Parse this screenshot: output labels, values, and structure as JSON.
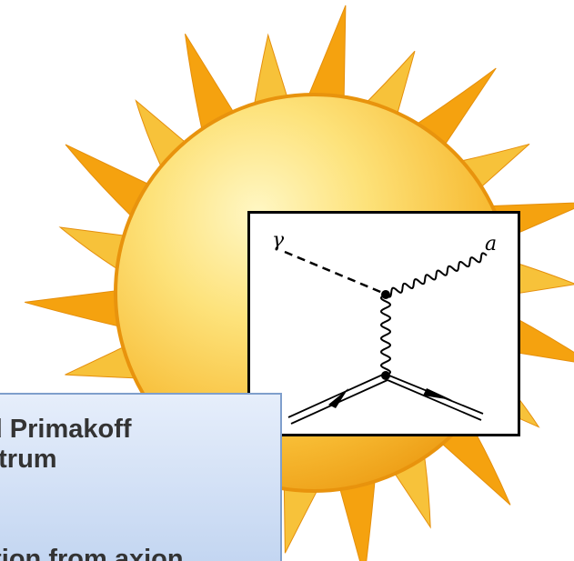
{
  "sun": {
    "colors": {
      "ray_outer": "#f5a20f",
      "ray_inner": "#f7c23a",
      "body_light": "#fff5b8",
      "body_mid": "#fcd457",
      "body_dark": "#f2a718",
      "rim": "#e58f0c"
    }
  },
  "feynman": {
    "incoming_label": "γ",
    "outgoing_label": "a",
    "colors": {
      "line": "#000000",
      "box_border": "#000000"
    }
  },
  "info_box": {
    "line1": "d Primakoff",
    "line2": "ctrum",
    "line3": "ction from axion",
    "colors": {
      "background_top": "#e6eefb",
      "background_bottom": "#bfd3f0",
      "border": "#7f9fcc",
      "text": "#333333"
    }
  }
}
